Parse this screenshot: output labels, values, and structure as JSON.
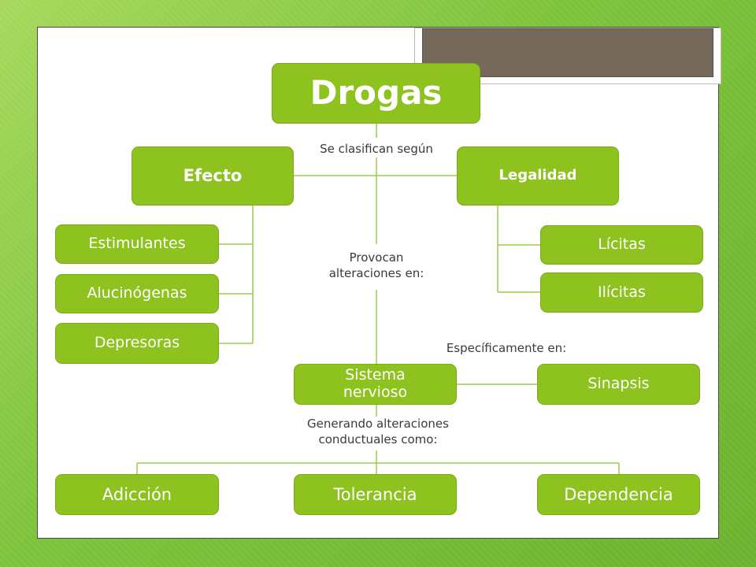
{
  "diagram": {
    "root": {
      "label": "Drogas"
    },
    "classify_label": "Se clasifican según",
    "effect": {
      "label": "Efecto",
      "items": [
        "Estimulantes",
        "Alucinógenas",
        "Depresoras"
      ]
    },
    "legality": {
      "label": "Legalidad",
      "items": [
        "Lícitas",
        "Ilícitas"
      ]
    },
    "provoke_label": "Provocan alteraciones en:",
    "nervous_system": {
      "label": "Sistema nervioso"
    },
    "specifically_label": "Específicamente en:",
    "synapse": {
      "label": "Sinapsis"
    },
    "generating_label": "Generando alteraciones conductuales como:",
    "outcomes": [
      "Adicción",
      "Tolerancia",
      "Dependencia"
    ]
  },
  "colors": {
    "node_fill": "#8ec21f",
    "node_text": "#ffffff",
    "connector": "#9dc94e",
    "background_green": "#7cc23a",
    "frame_brown": "#74695a"
  }
}
